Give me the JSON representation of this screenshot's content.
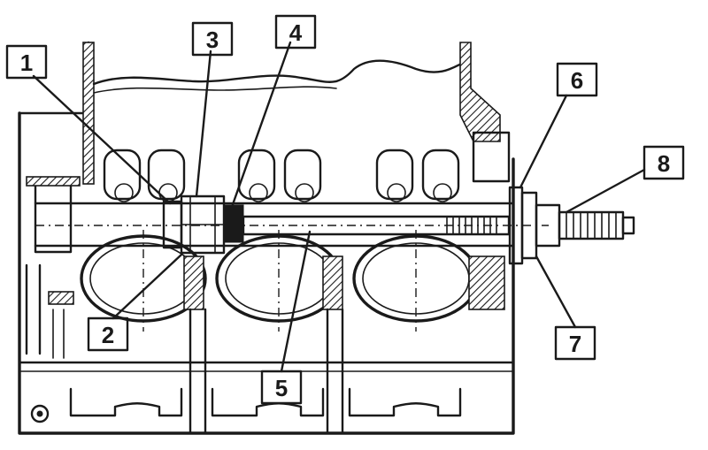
{
  "callouts": [
    {
      "id": "1",
      "label": "1"
    },
    {
      "id": "2",
      "label": "2"
    },
    {
      "id": "3",
      "label": "3"
    },
    {
      "id": "4",
      "label": "4"
    },
    {
      "id": "5",
      "label": "5"
    },
    {
      "id": "6",
      "label": "6"
    },
    {
      "id": "7",
      "label": "7"
    },
    {
      "id": "8",
      "label": "8"
    }
  ],
  "colors": {
    "ink": "#1a1a1a",
    "paper": "#ffffff"
  }
}
